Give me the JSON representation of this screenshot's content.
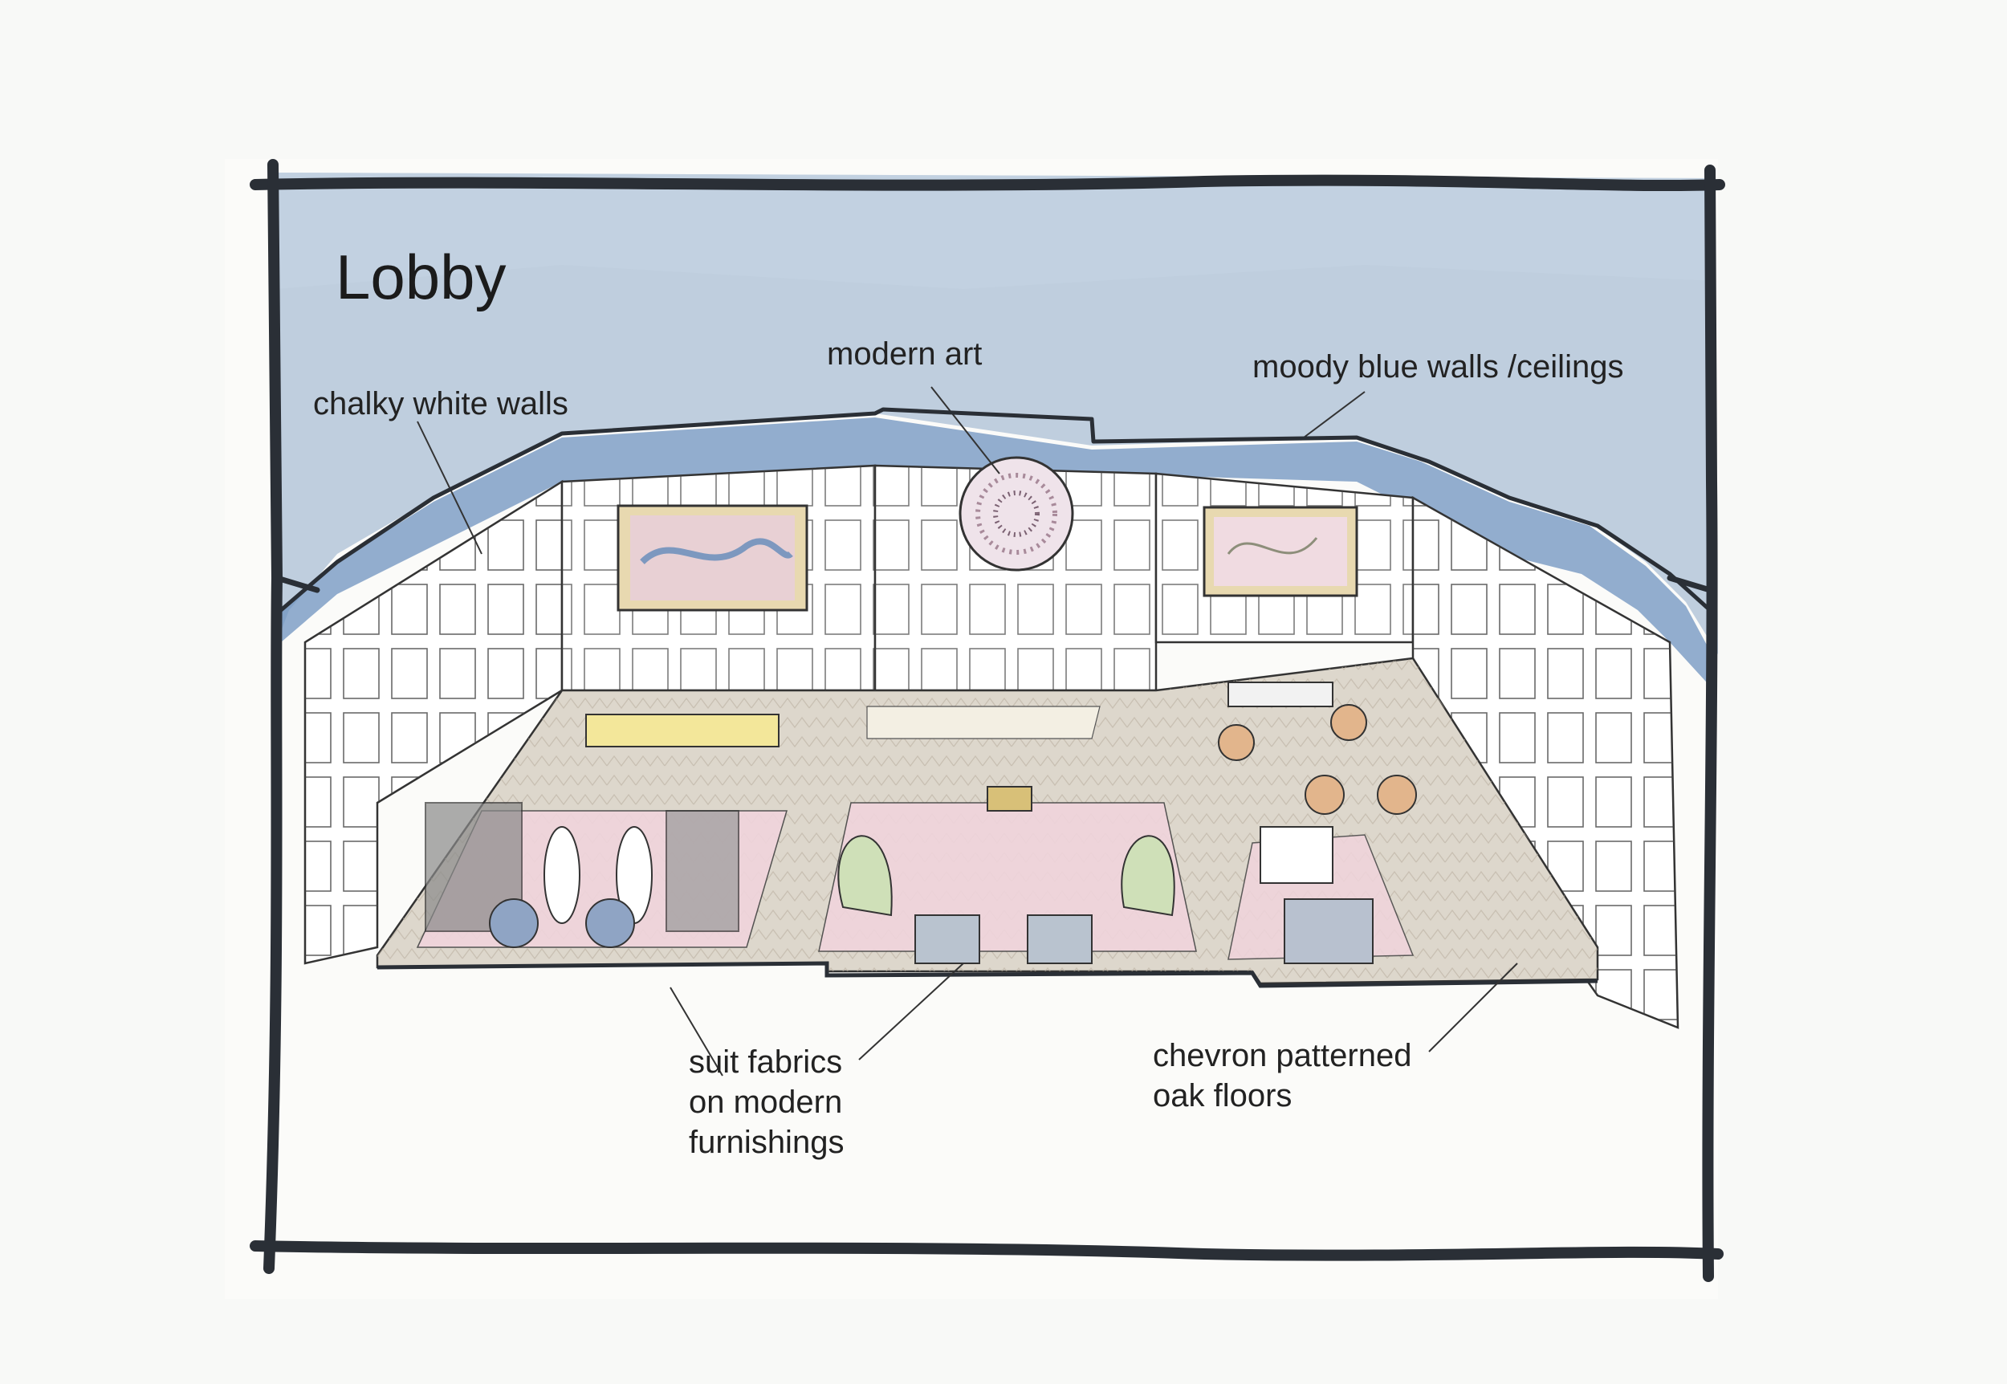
{
  "title": "Lobby",
  "annotations": {
    "chalky_white_walls": "chalky white walls",
    "modern_art": "modern art",
    "moody_blue": "moody blue walls /ceilings",
    "suit_fabrics": [
      "suit fabrics",
      "on modern",
      "furnishings"
    ],
    "chevron_floors": [
      "chevron patterned",
      "oak floors"
    ]
  },
  "colors": {
    "ceiling_blue": "#b9cadb",
    "wall_band_blue": "#6f93bf",
    "floor": "#dcd6cb",
    "rug_pink": "#efd5dc",
    "frame_ink": "#2a2f36"
  }
}
